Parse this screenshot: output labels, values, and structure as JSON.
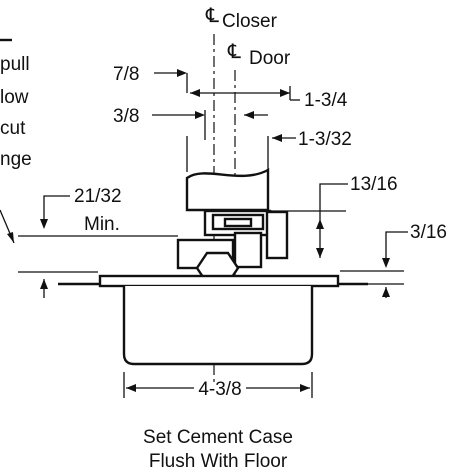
{
  "labels": {
    "cl_closer": "Closer",
    "cl_door": "Door",
    "cl_symbol": "℄",
    "left_note_1": "pull",
    "left_note_2": "low",
    "left_note_3": "cut",
    "left_note_4": "nge",
    "dim_7_8": "7/8",
    "dim_3_8": "3/8",
    "dim_1_3_4": "1-3/4",
    "dim_1_3_32": "1-3/32",
    "dim_21_32": "21/32",
    "dim_min": "Min.",
    "dim_13_16": "13/16",
    "dim_3_16": "3/16",
    "dim_4_3_8": "4-3/8",
    "caption_1": "Set Cement Case",
    "caption_2": "Flush With Floor"
  },
  "colors": {
    "ink": "#111111",
    "background": "#ffffff"
  }
}
